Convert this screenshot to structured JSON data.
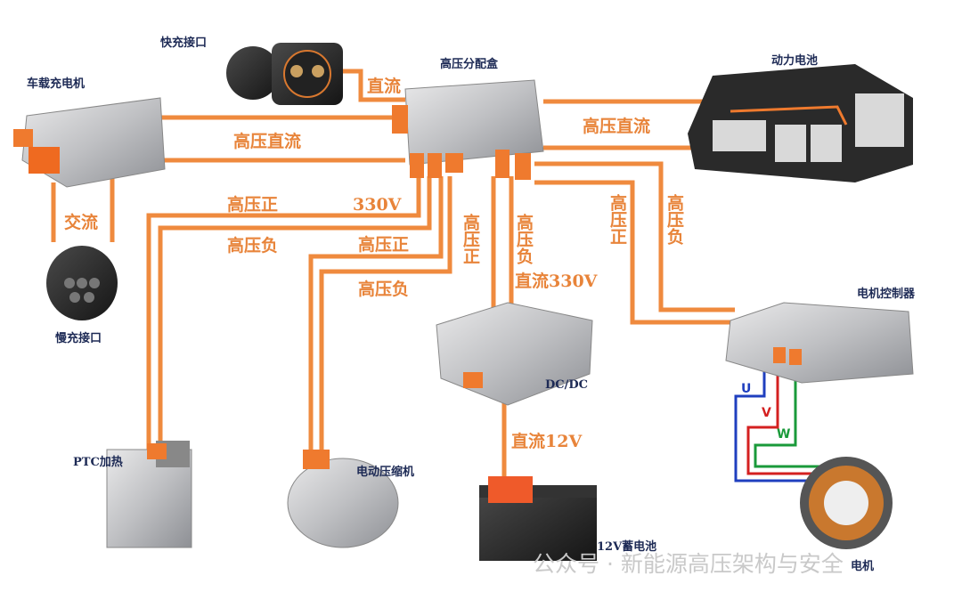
{
  "components": {
    "fast_charge_port": "快充接口",
    "onboard_charger": "车载充电机",
    "pdu": "高压分配盒",
    "power_battery": "动力电池",
    "slow_charge_port": "慢充接口",
    "motor_controller": "电机控制器",
    "dcdc": "DC/DC",
    "ptc_heater": "PTC加热",
    "electric_compressor": "电动压缩机",
    "battery_12v": "12V蓄电池",
    "motor": "电机"
  },
  "wire_labels": {
    "fast_dc": "直流",
    "obc_hv_dc": "高压直流",
    "battery_hv_dc": "高压直流",
    "ac": "交流",
    "ptc_pos": "高压正",
    "voltage_330": "330V",
    "ptc_neg": "高压负",
    "comp_pos": "高压正",
    "comp_neg": "高压负",
    "dcdc_pos": "高压正",
    "dcdc_neg": "高压负",
    "dcdc_in": "直流330V",
    "mc_pos": "高压正",
    "mc_neg": "高压负",
    "dc_12v": "直流12V",
    "phase_u": "U",
    "phase_v": "V",
    "phase_w": "W"
  },
  "colors": {
    "wire": "#ef8a3e",
    "phase_u": "#1f3fbf",
    "phase_v": "#d42020",
    "phase_w": "#1a9a3a"
  },
  "watermark": "公众号 · 新能源高压架构与安全"
}
